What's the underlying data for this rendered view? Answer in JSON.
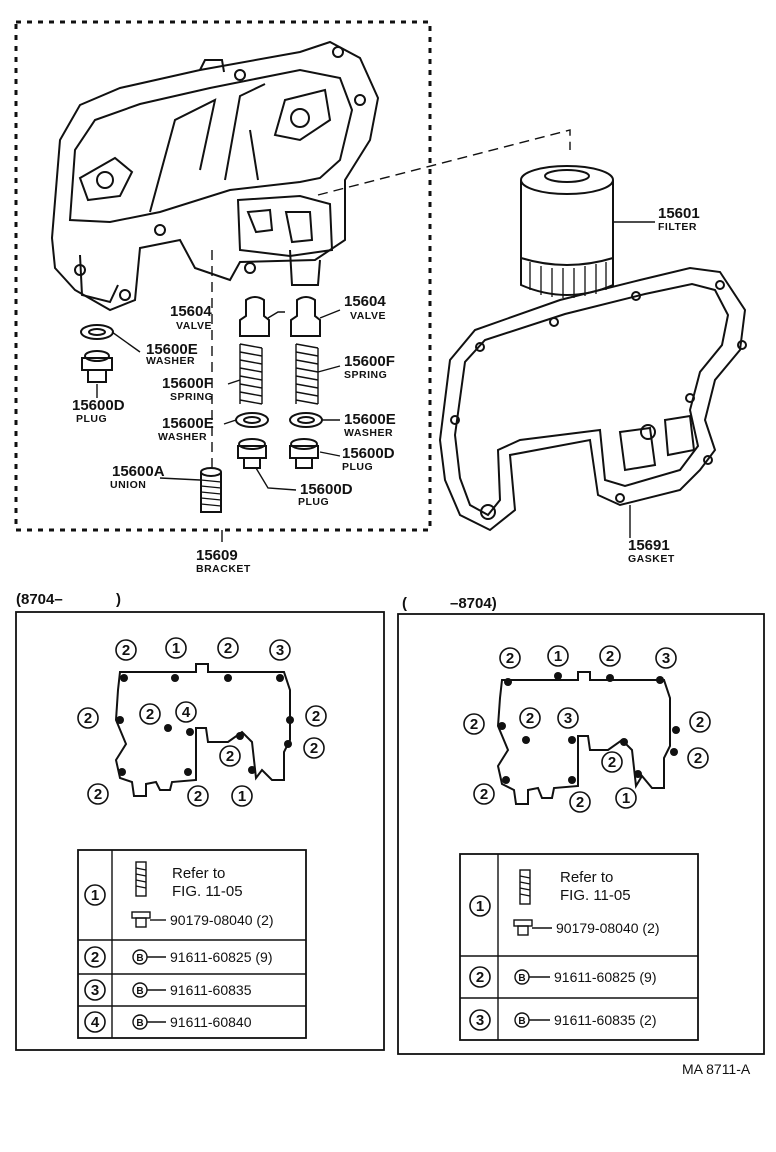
{
  "parts": {
    "valve_left": {
      "number": "15604",
      "name": "VALVE"
    },
    "valve_right": {
      "number": "15604",
      "name": "VALVE"
    },
    "washer_top": {
      "number": "15600E",
      "name": "WASHER"
    },
    "spring_left": {
      "number": "15600F",
      "name": "SPRING"
    },
    "spring_right": {
      "number": "15600F",
      "name": "SPRING"
    },
    "plug_left": {
      "number": "15600D",
      "name": "PLUG"
    },
    "washer_mid_left": {
      "number": "15600E",
      "name": "WASHER"
    },
    "washer_mid_right": {
      "number": "15600E",
      "name": "WASHER"
    },
    "plug_mid_right": {
      "number": "15600D",
      "name": "PLUG"
    },
    "union": {
      "number": "15600A",
      "name": "UNION"
    },
    "plug_bottom": {
      "number": "15600D",
      "name": "PLUG"
    },
    "bracket": {
      "number": "15609",
      "name": "BRACKET"
    },
    "filter": {
      "number": "15601",
      "name": "FILTER"
    },
    "gasket": {
      "number": "15691",
      "name": "GASKET"
    }
  },
  "left_panel": {
    "header_prefix": "(8704–",
    "header_suffix": ")",
    "callouts": [
      "2",
      "1",
      "2",
      "3",
      "2",
      "2",
      "4",
      "2",
      "2",
      "2",
      "2",
      "2",
      "1"
    ],
    "table": {
      "rows": [
        {
          "no": "1",
          "refer": "Refer to",
          "fig": "FIG. 11-05",
          "part": "90179-08040 (2)"
        },
        {
          "no": "2",
          "part": "91611-60825 (9)"
        },
        {
          "no": "3",
          "part": "91611-60835"
        },
        {
          "no": "4",
          "part": "91611-60840"
        }
      ]
    }
  },
  "right_panel": {
    "header_prefix": "(",
    "header_suffix": "–8704)",
    "callouts": [
      "2",
      "1",
      "2",
      "3",
      "2",
      "2",
      "3",
      "2",
      "2",
      "2",
      "2",
      "2",
      "1"
    ],
    "table": {
      "rows": [
        {
          "no": "1",
          "refer": "Refer to",
          "fig": "FIG. 11-05",
          "part": "90179-08040 (2)"
        },
        {
          "no": "2",
          "part": "91611-60825 (9)"
        },
        {
          "no": "3",
          "part": "91611-60835 (2)"
        }
      ]
    }
  },
  "bolt_letter": "B",
  "footer_code": "MA  8711-A"
}
